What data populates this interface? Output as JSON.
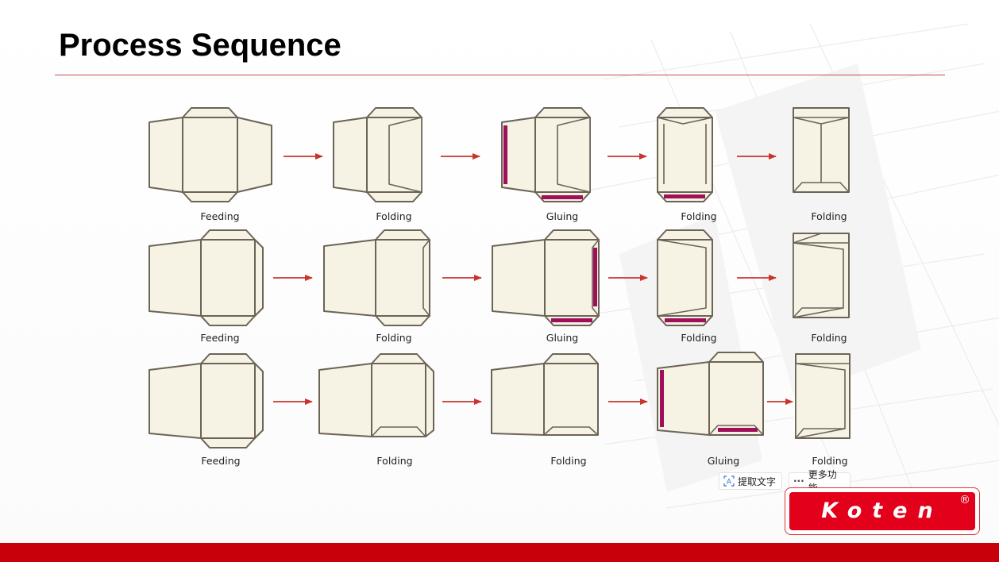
{
  "header": {
    "title": "Process Sequence"
  },
  "diagram": {
    "rows": [
      {
        "steps": [
          {
            "label": "Feeding"
          },
          {
            "label": "Folding"
          },
          {
            "label": "Gluing"
          },
          {
            "label": "Folding"
          },
          {
            "label": "Folding"
          }
        ]
      },
      {
        "steps": [
          {
            "label": "Feeding"
          },
          {
            "label": "Folding"
          },
          {
            "label": "Gluing"
          },
          {
            "label": "Folding"
          },
          {
            "label": "Folding"
          }
        ]
      },
      {
        "steps": [
          {
            "label": "Feeding"
          },
          {
            "label": "Folding"
          },
          {
            "label": "Folding"
          },
          {
            "label": "Gluing"
          },
          {
            "label": "Folding"
          }
        ]
      }
    ],
    "colors": {
      "paper": "#f6f2e4",
      "outline": "#6b6457",
      "glue": "#a0105a",
      "arrow": "#c8352e"
    }
  },
  "toolbar": {
    "extract_text_label": "提取文字",
    "more_label": "更多功能"
  },
  "logo": {
    "text": "Koten",
    "mark": "®"
  },
  "theme": {
    "accent": "#c8000a",
    "rule": "#c44a4a"
  }
}
